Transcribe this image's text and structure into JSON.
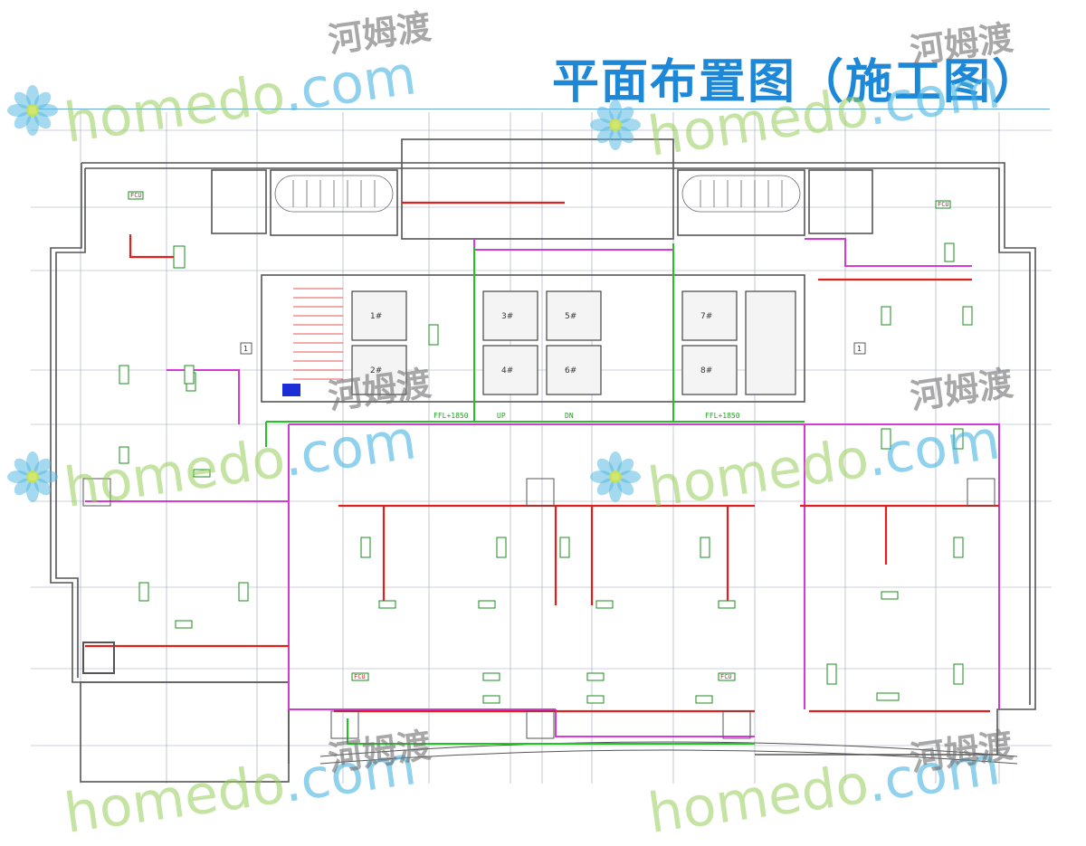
{
  "title": "平面布置图（施工图）",
  "watermark": {
    "brand": "homedo",
    "dot_com": ".com",
    "cn": "河姆渡"
  },
  "colors": {
    "title": "#1e88d8",
    "walls": "#555555",
    "red_pipe": "#e0201c",
    "magenta_pipe": "#d63ad6",
    "green_pipe": "#22c422",
    "grid": "#9aa6b8"
  },
  "labels": {
    "pipe_ref": "FFL+1850",
    "up": "UP",
    "dn": "DN",
    "unit_tag": "FCU",
    "lift_1": "1#",
    "lift_2": "2#",
    "lift_3": "3#",
    "lift_4": "4#",
    "lift_5": "5#",
    "lift_6": "6#",
    "lift_7": "7#",
    "lift_8": "8#",
    "grid_a": "1",
    "grid_b": "1"
  }
}
